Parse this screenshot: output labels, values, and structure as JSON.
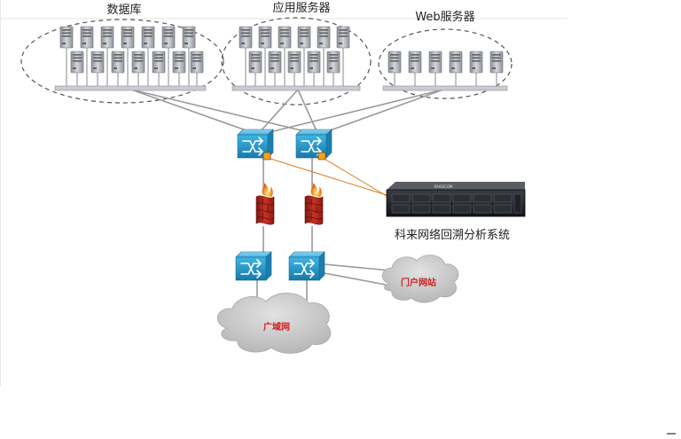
{
  "groups": {
    "database": {
      "label": "数据库"
    },
    "app_servers": {
      "label": "应用服务器"
    },
    "web_servers": {
      "label": "Web服务器"
    }
  },
  "analysis_system": {
    "label": "科来网络回溯分析系统",
    "device_brand": "RAISECOM"
  },
  "portal": {
    "label": "门户网站"
  },
  "wan": {
    "label": "广域网"
  },
  "colors": {
    "server_body": "#a9adb3",
    "switch_body": "#2a9fd0",
    "firewall_body": "#b0261a",
    "cloud": "#c8c8c8",
    "cloud_text": "#cc1f1f",
    "mirror_link": "#e07a1e",
    "mirror_port": "#f2a01e",
    "link": "#9a9a9a",
    "dashed_group": "#555555"
  }
}
